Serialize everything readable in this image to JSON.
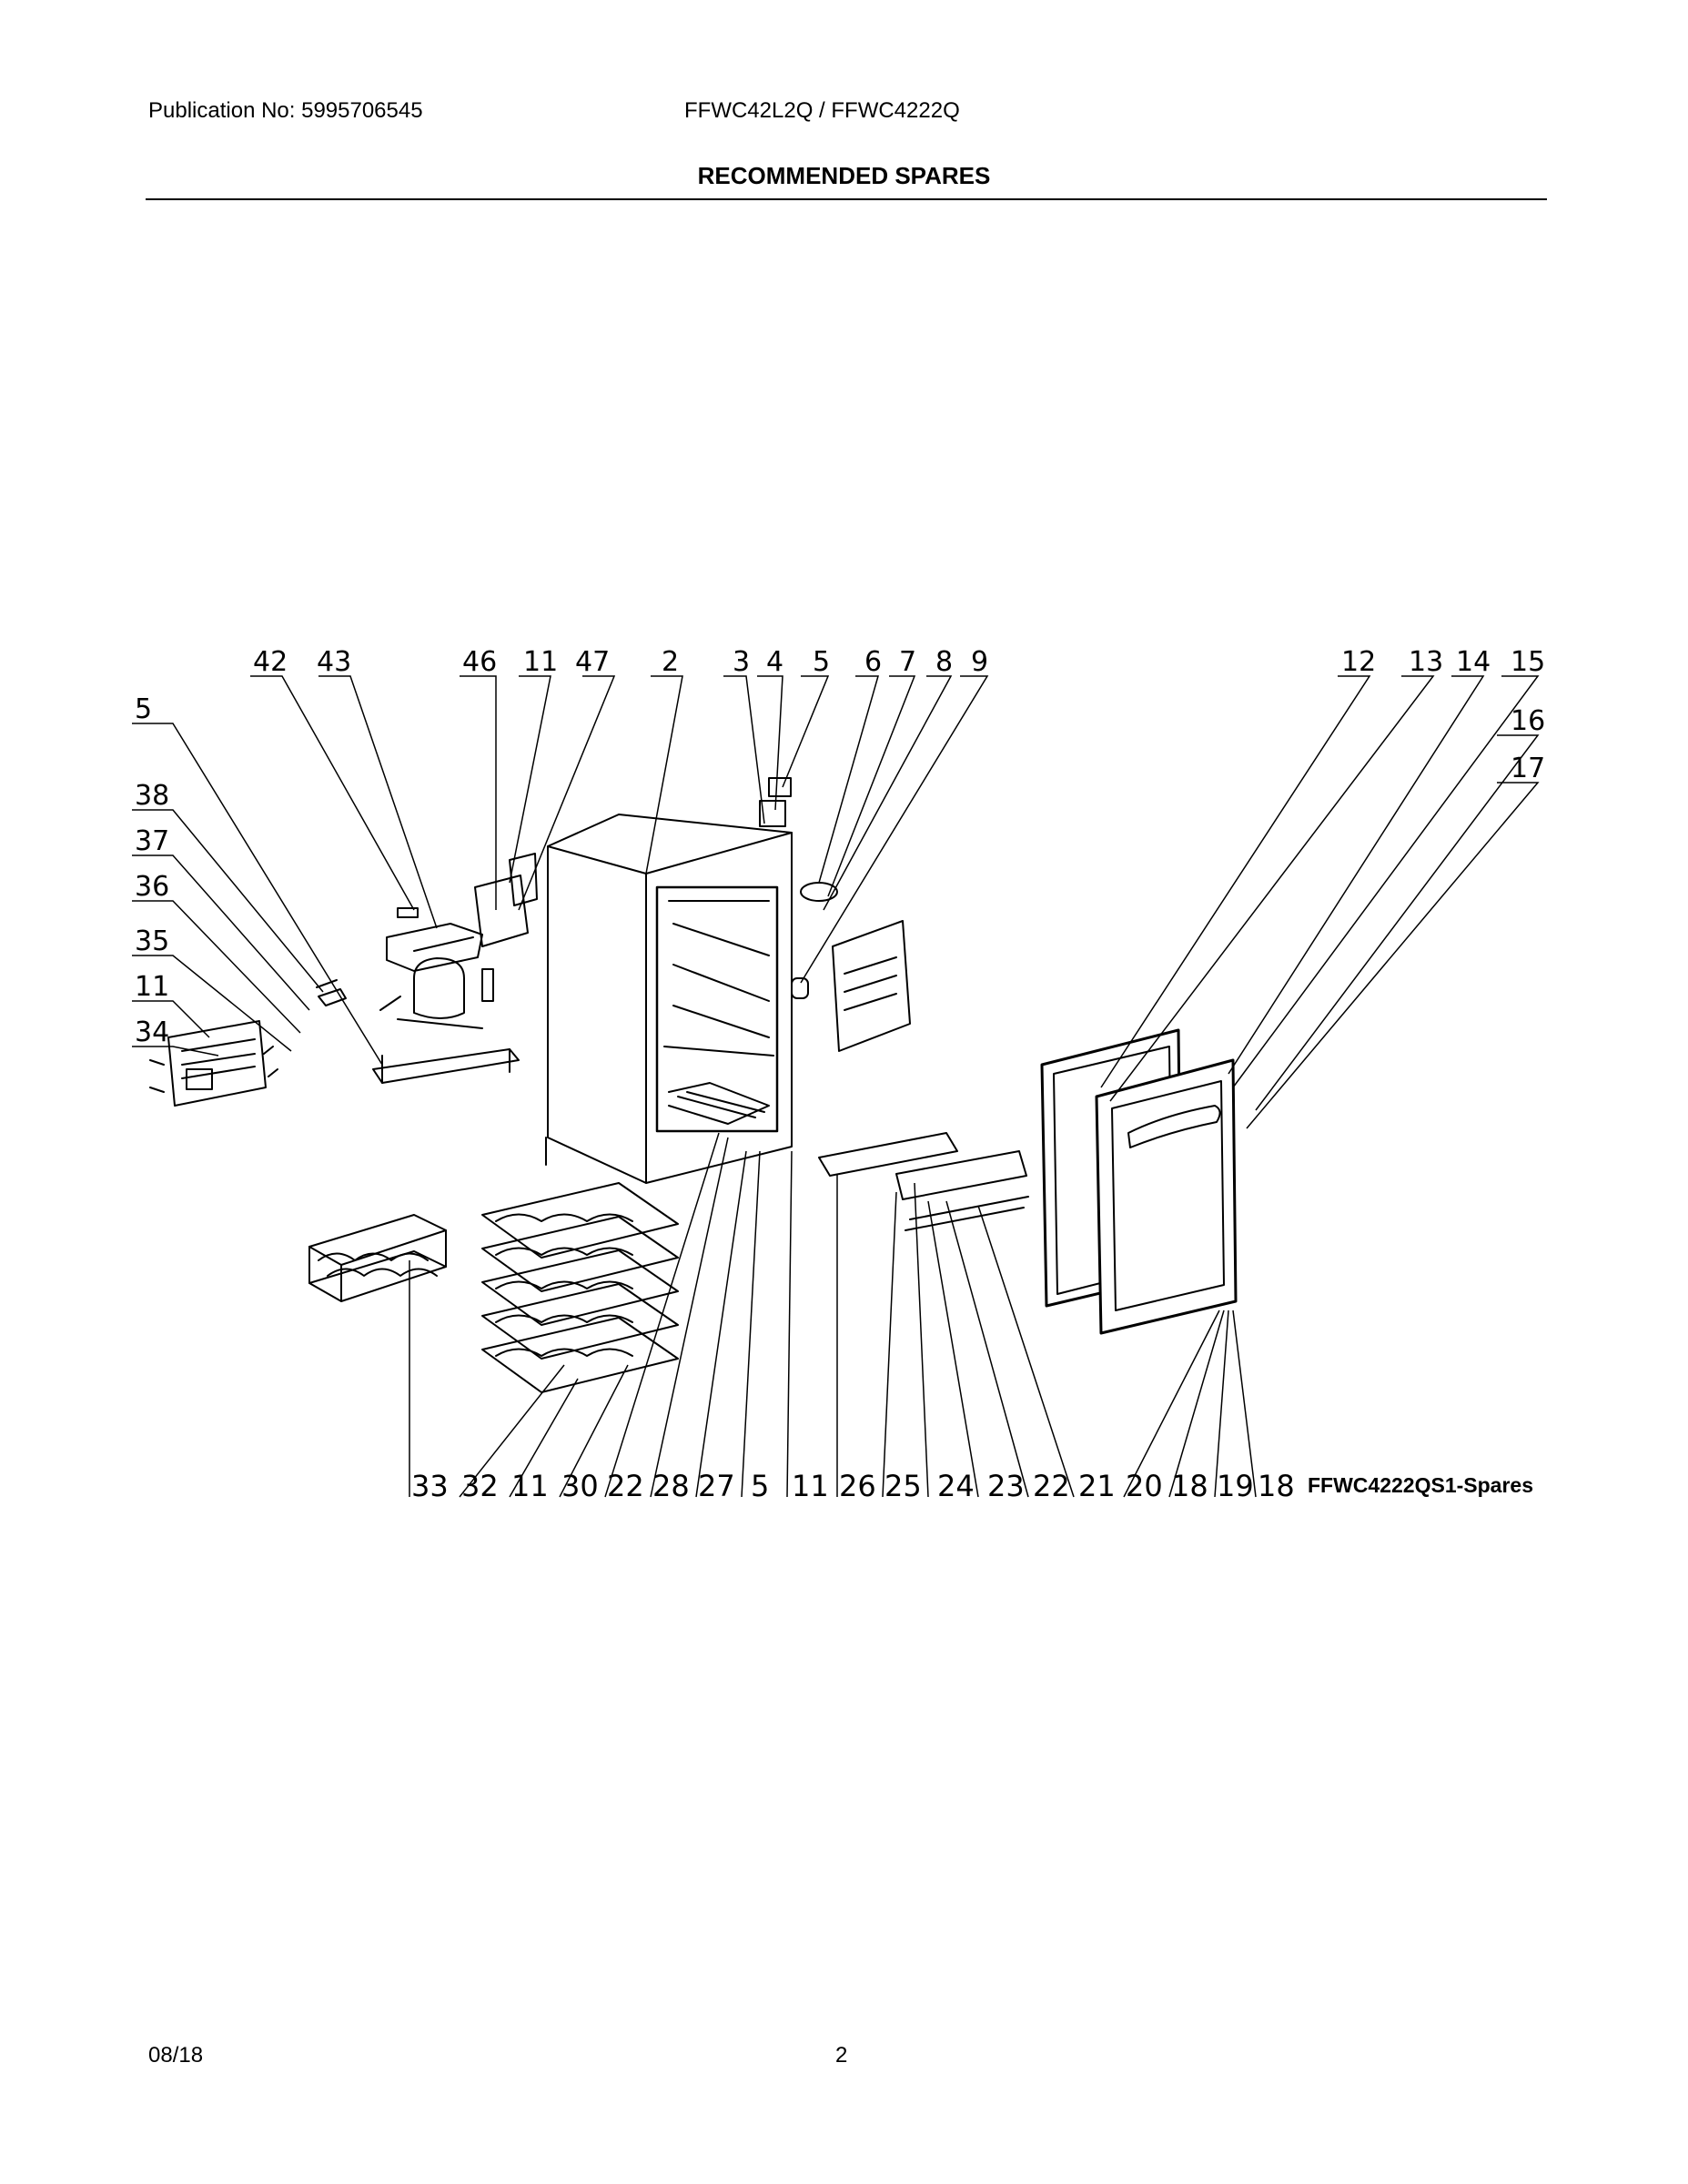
{
  "header": {
    "publication": "Publication No: 5995706545",
    "model": "FFWC42L2Q / FFWC4222Q",
    "title": "RECOMMENDED SPARES"
  },
  "diagram": {
    "figure_id": "FFWC4222QS1-Spares",
    "top_callouts": [
      "42",
      "43",
      "46",
      "11",
      "47",
      "2",
      "3",
      "4",
      "5",
      "6",
      "7",
      "8",
      "9",
      "12",
      "13",
      "14",
      "15"
    ],
    "right_callouts": [
      "16",
      "17"
    ],
    "left_callouts": [
      "5",
      "38",
      "37",
      "36",
      "35",
      "11",
      "34"
    ],
    "bottom_callouts": [
      "33",
      "32",
      "11",
      "30",
      "22",
      "28",
      "27",
      "5",
      "11",
      "26",
      "25",
      "24",
      "23",
      "22",
      "21",
      "20",
      "18",
      "19",
      "18"
    ]
  },
  "footer": {
    "date": "08/18",
    "page": "2"
  }
}
